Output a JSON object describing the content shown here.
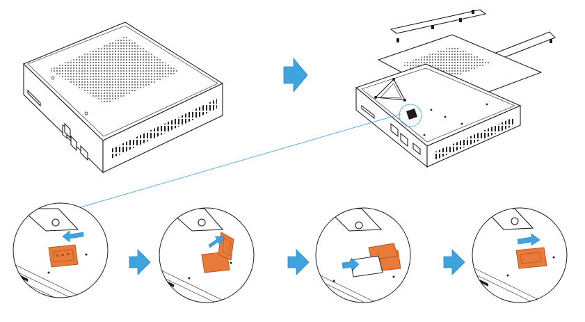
{
  "title": "",
  "colors": {
    "arrow": "#3fa4dd",
    "arrow_edge": "#2a86bf",
    "slot_orange": "#e87a3a",
    "slot_orange_dark": "#b85520",
    "card_white": "#ffffff",
    "outline": "#1c1c1c",
    "leader_line": "#5cb2e0"
  },
  "steps": [
    {
      "id": "closed-device",
      "icon": "mini-pc-closed-icon"
    },
    {
      "id": "opened-device",
      "icon": "mini-pc-opened-icon"
    },
    {
      "id": "slot-unlock",
      "icon": "sim-slot-slide-left-icon"
    },
    {
      "id": "slot-lift",
      "icon": "sim-slot-lift-icon"
    },
    {
      "id": "card-insert",
      "icon": "sim-card-insert-icon"
    },
    {
      "id": "slot-lock",
      "icon": "sim-slot-slide-right-icon"
    }
  ],
  "arrows": [
    {
      "id": "arrow-top",
      "icon": "right-arrow-icon"
    },
    {
      "id": "arrow-bottom-1",
      "icon": "right-arrow-icon"
    },
    {
      "id": "arrow-bottom-2",
      "icon": "right-arrow-icon"
    },
    {
      "id": "arrow-bottom-3",
      "icon": "right-arrow-icon"
    }
  ]
}
